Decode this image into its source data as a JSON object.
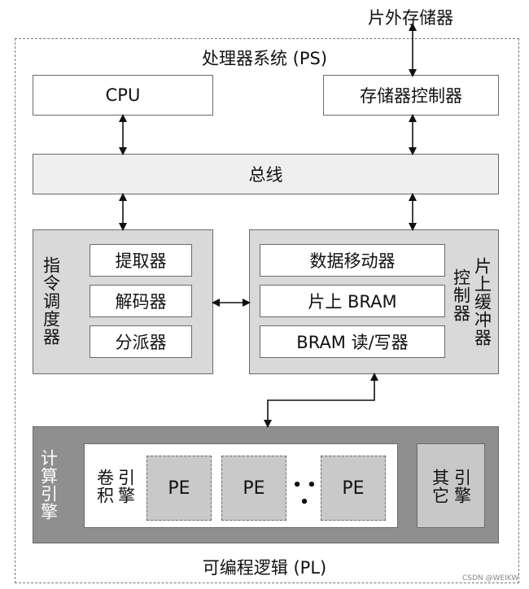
{
  "external_memory": "片外存储器",
  "ps_title": "处理器系统 (PS)",
  "cpu": "CPU",
  "mem_ctrl": "存储器控制器",
  "bus": "总线",
  "scheduler": {
    "label": "指令调度器",
    "items": [
      "提取器",
      "解码器",
      "分派器"
    ]
  },
  "buffer_ctrl": {
    "label_line1": "片上缓冲器",
    "label_line2": "控制器",
    "items": [
      "数据移动器",
      "片上 BRAM",
      "BRAM 读/写器"
    ]
  },
  "compute": {
    "label": "计算引擎",
    "conv_label_line1": "卷积",
    "conv_label_line2": "引擎",
    "pe": [
      "PE",
      "PE",
      "PE"
    ],
    "ellipsis": "• • •",
    "other_line1": "其它",
    "other_line2": "引擎"
  },
  "pl_title": "可编程逻辑 (PL)",
  "watermark": "CSDN @WEIKW"
}
